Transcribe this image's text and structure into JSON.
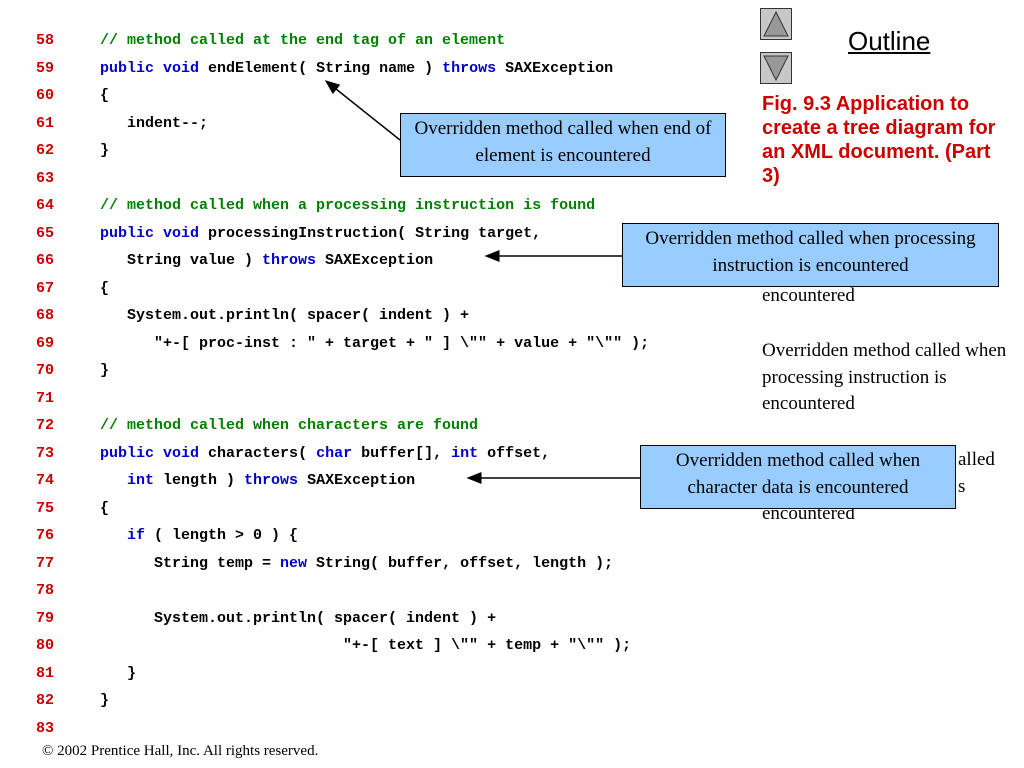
{
  "outline": {
    "title": "Outline",
    "up_icon": "triangle-up-icon",
    "down_icon": "triangle-down-icon"
  },
  "caption": "Fig. 9.3    Application to create a tree diagram for an XML document. (Part 3)",
  "code_lines": [
    {
      "num": "58",
      "tokens": [
        {
          "t": "// method called at the end tag of an element",
          "c": "cm"
        }
      ]
    },
    {
      "num": "59",
      "tokens": [
        {
          "t": "public",
          "c": "kw"
        },
        {
          "t": " "
        },
        {
          "t": "void",
          "c": "kw"
        },
        {
          "t": " endElement( String name ) "
        },
        {
          "t": "throws",
          "c": "kw"
        },
        {
          "t": " SAXException"
        }
      ]
    },
    {
      "num": "60",
      "tokens": [
        {
          "t": "{"
        }
      ]
    },
    {
      "num": "61",
      "tokens": [
        {
          "t": "   indent--;"
        }
      ]
    },
    {
      "num": "62",
      "tokens": [
        {
          "t": "}"
        }
      ]
    },
    {
      "num": "63",
      "tokens": []
    },
    {
      "num": "64",
      "tokens": [
        {
          "t": "// method called when a processing instruction is found",
          "c": "cm"
        }
      ]
    },
    {
      "num": "65",
      "tokens": [
        {
          "t": "public",
          "c": "kw"
        },
        {
          "t": " "
        },
        {
          "t": "void",
          "c": "kw"
        },
        {
          "t": " processingInstruction( String target,"
        }
      ]
    },
    {
      "num": "66",
      "tokens": [
        {
          "t": "   String value ) "
        },
        {
          "t": "throws",
          "c": "kw"
        },
        {
          "t": " SAXException"
        }
      ]
    },
    {
      "num": "67",
      "tokens": [
        {
          "t": "{"
        }
      ]
    },
    {
      "num": "68",
      "tokens": [
        {
          "t": "   System.out.println( spacer( indent ) +"
        }
      ]
    },
    {
      "num": "69",
      "tokens": [
        {
          "t": "      \"+-[ proc-inst : \" + target + \" ] \\\"\" + value + \"\\\"\" );"
        }
      ]
    },
    {
      "num": "70",
      "tokens": [
        {
          "t": "}"
        }
      ]
    },
    {
      "num": "71",
      "tokens": []
    },
    {
      "num": "72",
      "tokens": [
        {
          "t": "// method called when characters are found",
          "c": "cm"
        }
      ]
    },
    {
      "num": "73",
      "tokens": [
        {
          "t": "public",
          "c": "kw"
        },
        {
          "t": " "
        },
        {
          "t": "void",
          "c": "kw"
        },
        {
          "t": " characters( "
        },
        {
          "t": "char",
          "c": "kw"
        },
        {
          "t": " buffer[], "
        },
        {
          "t": "int",
          "c": "kw"
        },
        {
          "t": " offset,"
        }
      ]
    },
    {
      "num": "74",
      "tokens": [
        {
          "t": "   "
        },
        {
          "t": "int",
          "c": "kw"
        },
        {
          "t": " length ) "
        },
        {
          "t": "throws",
          "c": "kw"
        },
        {
          "t": " SAXException"
        }
      ]
    },
    {
      "num": "75",
      "tokens": [
        {
          "t": "{"
        }
      ]
    },
    {
      "num": "76",
      "tokens": [
        {
          "t": "   "
        },
        {
          "t": "if",
          "c": "kw"
        },
        {
          "t": " ( length > 0 ) {"
        }
      ]
    },
    {
      "num": "77",
      "tokens": [
        {
          "t": "      String temp = "
        },
        {
          "t": "new",
          "c": "kw"
        },
        {
          "t": " String( buffer, offset, length );"
        }
      ]
    },
    {
      "num": "78",
      "tokens": []
    },
    {
      "num": "79",
      "tokens": [
        {
          "t": "      System.out.println( spacer( indent ) +"
        }
      ]
    },
    {
      "num": "80",
      "tokens": [
        {
          "t": "                           \"+-[ text ] \\\"\" + temp + \"\\\"\" );"
        }
      ]
    },
    {
      "num": "81",
      "tokens": [
        {
          "t": "   }"
        }
      ]
    },
    {
      "num": "82",
      "tokens": [
        {
          "t": "}"
        }
      ]
    },
    {
      "num": "83",
      "tokens": []
    }
  ],
  "callouts": {
    "end_element": "Overridden method called when end of element is encountered",
    "proc_inst": "Overridden method called when processing instruction is encountered",
    "characters": "Overridden method called when character data is encountered"
  },
  "side_notes": {
    "note1": "encountered",
    "note2": "Overridden method called when processing instruction is encountered",
    "note3_line1": "alled",
    "note3_line2": "s",
    "note3_line3": "encountered"
  },
  "colors": {
    "keyword": "#0000cc",
    "comment": "#008000",
    "line_number": "#cc0000",
    "caption": "#cc0000",
    "callout_bg": "#99ccff"
  },
  "copyright": "© 2002 Prentice Hall, Inc.  All rights reserved."
}
